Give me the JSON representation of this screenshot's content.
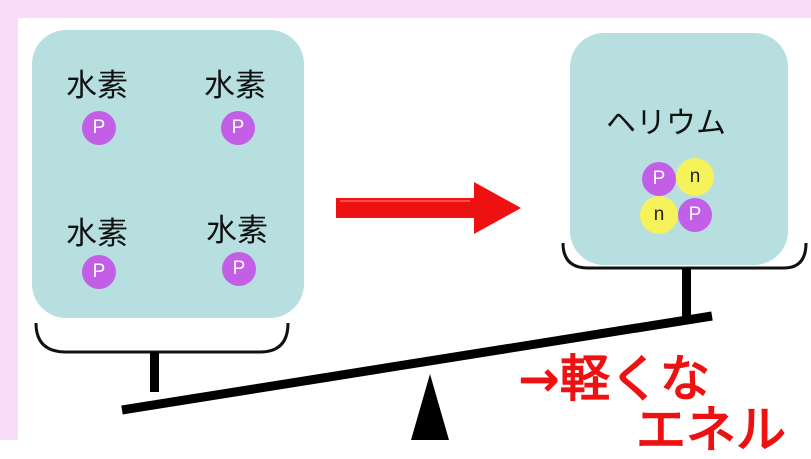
{
  "left_group": {
    "atoms": [
      {
        "name": "水素",
        "particle": "P"
      },
      {
        "name": "水素",
        "particle": "P"
      },
      {
        "name": "水素",
        "particle": "P"
      },
      {
        "name": "水素",
        "particle": "P"
      }
    ]
  },
  "right_group": {
    "name": "ヘリウム",
    "particles": [
      "P",
      "n",
      "n",
      "P"
    ]
  },
  "annotation": {
    "line1": "→軽くな",
    "line2": "エネル"
  },
  "colors": {
    "frame": "#f9dcf7",
    "box": "#b7dfe0",
    "proton": "#c25fe6",
    "neutron": "#f6f35a",
    "arrow": "#ee1111",
    "annotation": "#ee1111",
    "scale": "#000000"
  }
}
